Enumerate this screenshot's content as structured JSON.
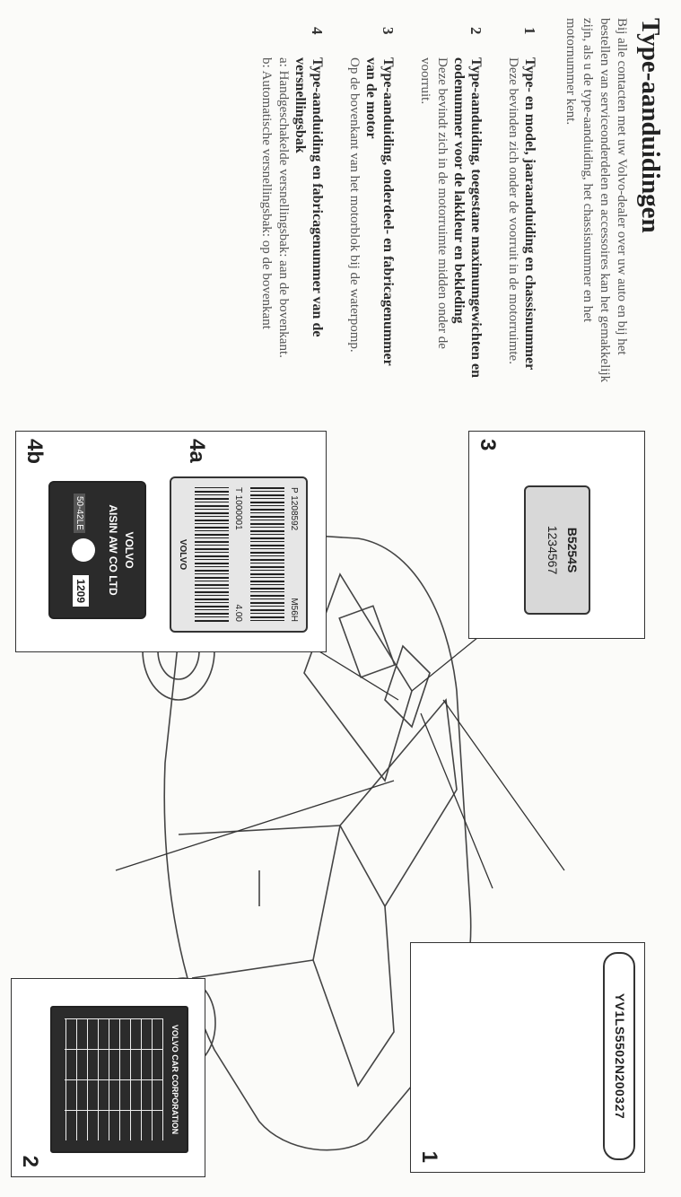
{
  "page": {
    "title": "Type-aanduidingen",
    "intro": "Bij alle contacten met uw Volvo-dealer over uw auto en bij het bestellen van serviceonderdelen en accessoires kan het gemakkelijk zijn, als u de type-aanduiding, het chassisnummer en het motornummer kent."
  },
  "items": [
    {
      "number": "1",
      "title": "Type- en model, jaaraanduiding en chassisnummer",
      "body": "Deze bevinden zich onder de voorruit in de motorruimte."
    },
    {
      "number": "2",
      "title": "Type-aanduiding, toegestane maximumgewichten en codenummer voor de lakkleur en bekleding",
      "body": "Deze bevindt zich in de motorruimte midden onder de voorruit."
    },
    {
      "number": "3",
      "title": "Type-aanduiding, onderdeel- en fabricagenummer van de motor",
      "body": "Op de bovenkant van het motorblok bij de waterpomp."
    },
    {
      "number": "4",
      "title": "Type-aanduiding en fabricagenummer van de versnellingsbak",
      "sub_a": "a: Handgeschakelde versnellingsbak: aan de bovenkant.",
      "sub_b": "b: Automatische versnellingsbak: op de bovenkant"
    }
  ],
  "figure": {
    "callout_1": "1",
    "callout_2": "2",
    "callout_3": "3",
    "callout_4a": "4a",
    "callout_4b": "4b",
    "vin_plate": "YV1LS5502N200327",
    "engine_code": "B5254S",
    "engine_serial": "1234567",
    "gearbox_a_line1": "P 1208592",
    "gearbox_a_code": "M56H",
    "gearbox_a_line2": "T 1000001",
    "gearbox_a_ver": "4.00",
    "gearbox_a_brand": "VOLVO",
    "gearbox_b_brand": "VOLVO",
    "gearbox_b_maker": "AISIN AW CO LTD",
    "gearbox_b_model": "50-42LE",
    "gearbox_b_num": "1209",
    "type_plate_header": "VOLVO CAR CORPORATION"
  }
}
